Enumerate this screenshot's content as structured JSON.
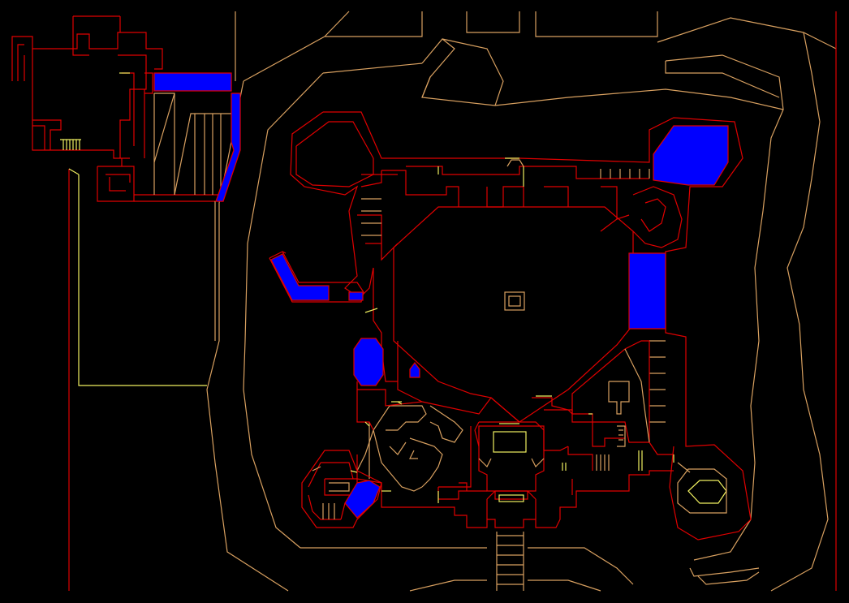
{
  "map": {
    "view": "automap",
    "colors": {
      "background": "#000000",
      "solid_wall": "#E00000",
      "floor_step": "#D8A060",
      "ceiling_step": "#F0F060",
      "water": "#0000FF"
    },
    "legend_icons": [
      "solid-wall-line",
      "height-change-line",
      "ceiling-change-line",
      "water-sector"
    ]
  }
}
